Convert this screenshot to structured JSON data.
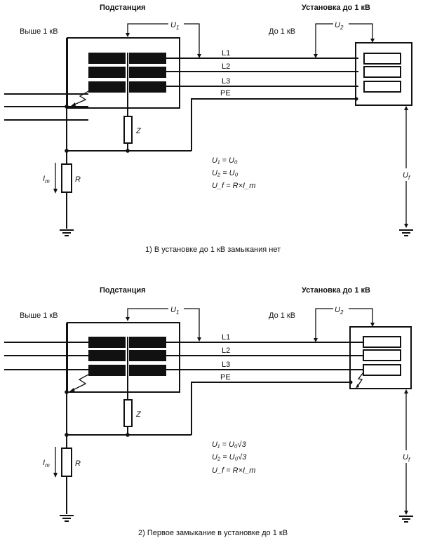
{
  "diagrams": [
    {
      "title_substation": "Подстанция",
      "title_installation": "Установка до 1 кВ",
      "label_high_voltage": "Выше 1 кВ",
      "label_low_voltage": "До 1 кВ",
      "conductors": [
        "L1",
        "L2",
        "L3",
        "PE"
      ],
      "u1_label": "U",
      "u1_sub": "1",
      "u2_label": "U",
      "u2_sub": "2",
      "uf_label": "U",
      "uf_sub": "f",
      "z_label": "Z",
      "r_label": "R",
      "im_label": "I",
      "im_sub": "m",
      "equations": [
        "U₁ = U₀",
        "U₂ = U₀",
        "U_f = R×I_m"
      ],
      "fault_location": "substation",
      "caption": "1) В установке до 1 кВ замыкания нет"
    },
    {
      "title_substation": "Подстанция",
      "title_installation": "Установка до 1 кВ",
      "label_high_voltage": "Выше 1 кВ",
      "label_low_voltage": "До 1 кВ",
      "conductors": [
        "L1",
        "L2",
        "L3",
        "PE"
      ],
      "u1_label": "U",
      "u1_sub": "1",
      "u2_label": "U",
      "u2_sub": "2",
      "uf_label": "U",
      "uf_sub": "f",
      "z_label": "Z",
      "r_label": "R",
      "im_label": "I",
      "im_sub": "m",
      "equations": [
        "U₁ = U₀√3",
        "U₂ = U₀√3",
        "U_f = R×I_m"
      ],
      "fault_location": "substation and installation",
      "caption": "2) Первое замыкание в установке до 1 кВ"
    }
  ]
}
